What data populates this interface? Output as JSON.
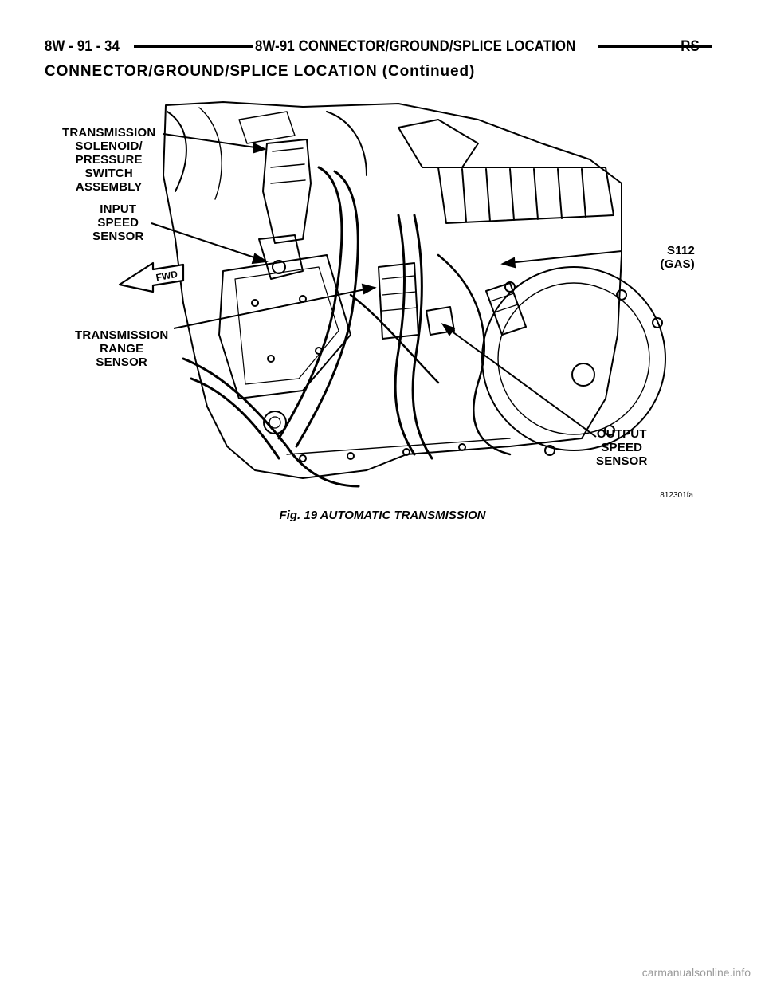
{
  "header": {
    "page_code": "8W - 91 - 34",
    "section_name": "8W-91 CONNECTOR/GROUND/SPLICE LOCATION",
    "model_code": "RS"
  },
  "section_title": "CONNECTOR/GROUND/SPLICE LOCATION (Continued)",
  "figure": {
    "callouts": {
      "solenoid": [
        "TRANSMISSION",
        "SOLENOID/",
        "PRESSURE",
        "SWITCH",
        "ASSEMBLY"
      ],
      "input_speed": [
        "INPUT",
        "SPEED",
        "SENSOR"
      ],
      "range_sensor": [
        "TRANSMISSION",
        "RANGE",
        "SENSOR"
      ],
      "splice": [
        "S112",
        "(GAS)"
      ],
      "output_speed": [
        "OUTPUT",
        "SPEED",
        "SENSOR"
      ]
    },
    "direction_arrow_label": "FWD",
    "figure_id": "812301fa",
    "caption": "Fig. 19 AUTOMATIC TRANSMISSION"
  },
  "watermark": "carmanualsonline.info"
}
